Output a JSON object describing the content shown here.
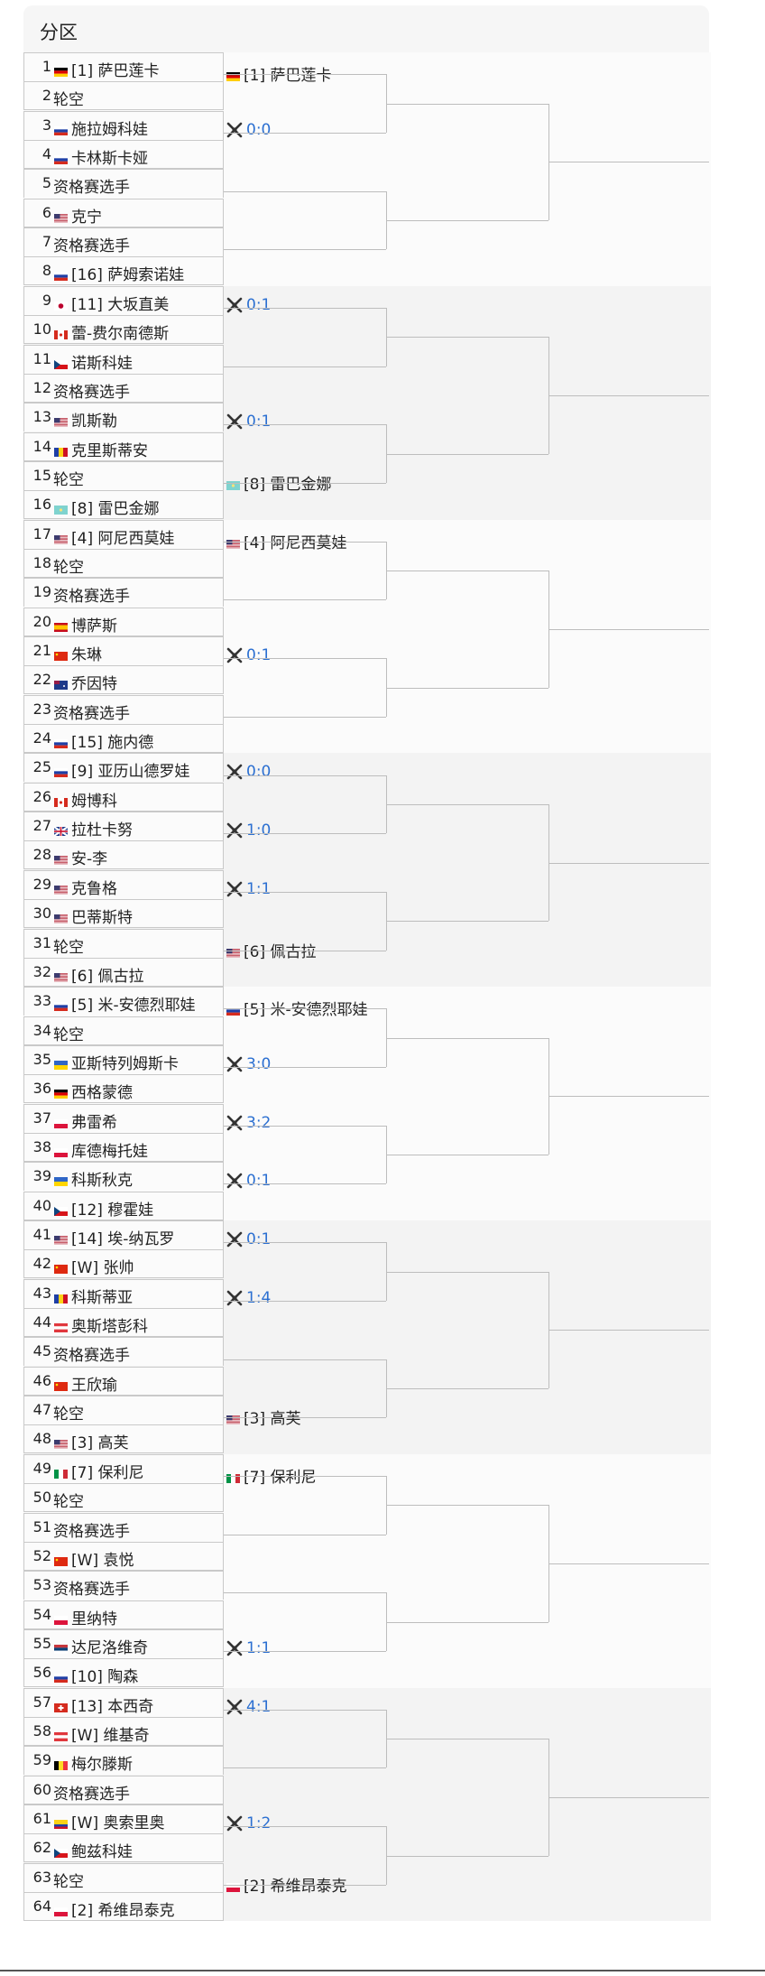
{
  "title": "分区",
  "colors": {
    "score": "#2b6fd1",
    "line": "#bdbdbd",
    "shade": "#f3f3f3",
    "plain": "#fbfbfb"
  },
  "players": [
    {
      "seed_num": "1",
      "flag": "de",
      "label": "[1] 萨巴莲卡"
    },
    {
      "seed_num": "2",
      "flag": "",
      "label": "轮空"
    },
    {
      "seed_num": "3",
      "flag": "sk",
      "label": "施拉姆科娃"
    },
    {
      "seed_num": "4",
      "flag": "ru",
      "label": "卡林斯卡娅"
    },
    {
      "seed_num": "5",
      "flag": "",
      "label": "资格赛选手"
    },
    {
      "seed_num": "6",
      "flag": "us",
      "label": "克宁"
    },
    {
      "seed_num": "7",
      "flag": "",
      "label": "资格赛选手"
    },
    {
      "seed_num": "8",
      "flag": "ru",
      "label": "[16] 萨姆索诺娃"
    },
    {
      "seed_num": "9",
      "flag": "jp",
      "label": "[11] 大坂直美"
    },
    {
      "seed_num": "10",
      "flag": "ca",
      "label": "蕾-费尔南德斯"
    },
    {
      "seed_num": "11",
      "flag": "cz",
      "label": "诺斯科娃"
    },
    {
      "seed_num": "12",
      "flag": "",
      "label": "资格赛选手"
    },
    {
      "seed_num": "13",
      "flag": "us",
      "label": "凯斯勒"
    },
    {
      "seed_num": "14",
      "flag": "ro",
      "label": "克里斯蒂安"
    },
    {
      "seed_num": "15",
      "flag": "",
      "label": "轮空"
    },
    {
      "seed_num": "16",
      "flag": "kz",
      "label": "[8] 雷巴金娜"
    },
    {
      "seed_num": "17",
      "flag": "us",
      "label": "[4] 阿尼西莫娃"
    },
    {
      "seed_num": "18",
      "flag": "",
      "label": "轮空"
    },
    {
      "seed_num": "19",
      "flag": "",
      "label": "资格赛选手"
    },
    {
      "seed_num": "20",
      "flag": "es",
      "label": "博萨斯"
    },
    {
      "seed_num": "21",
      "flag": "cn",
      "label": "朱琳"
    },
    {
      "seed_num": "22",
      "flag": "au",
      "label": "乔因特"
    },
    {
      "seed_num": "23",
      "flag": "",
      "label": "资格赛选手"
    },
    {
      "seed_num": "24",
      "flag": "ru",
      "label": "[15] 施内德"
    },
    {
      "seed_num": "25",
      "flag": "ru",
      "label": "[9] 亚历山德罗娃"
    },
    {
      "seed_num": "26",
      "flag": "ca",
      "label": "姆博科"
    },
    {
      "seed_num": "27",
      "flag": "gb",
      "label": "拉杜卡努"
    },
    {
      "seed_num": "28",
      "flag": "us",
      "label": "安-李"
    },
    {
      "seed_num": "29",
      "flag": "us",
      "label": "克鲁格"
    },
    {
      "seed_num": "30",
      "flag": "us",
      "label": "巴蒂斯特"
    },
    {
      "seed_num": "31",
      "flag": "",
      "label": "轮空"
    },
    {
      "seed_num": "32",
      "flag": "us",
      "label": "[6] 佩古拉"
    },
    {
      "seed_num": "33",
      "flag": "ru",
      "label": "[5] 米-安德烈耶娃"
    },
    {
      "seed_num": "34",
      "flag": "",
      "label": "轮空"
    },
    {
      "seed_num": "35",
      "flag": "ua",
      "label": "亚斯特列姆斯卡"
    },
    {
      "seed_num": "36",
      "flag": "de",
      "label": "西格蒙德"
    },
    {
      "seed_num": "37",
      "flag": "pl",
      "label": "弗雷希"
    },
    {
      "seed_num": "38",
      "flag": "pl",
      "label": "库德梅托娃"
    },
    {
      "seed_num": "39",
      "flag": "ua",
      "label": "科斯秋克"
    },
    {
      "seed_num": "40",
      "flag": "cz",
      "label": "[12] 穆霍娃"
    },
    {
      "seed_num": "41",
      "flag": "us",
      "label": "[14] 埃-纳瓦罗"
    },
    {
      "seed_num": "42",
      "flag": "cn",
      "label": "[W] 张帅"
    },
    {
      "seed_num": "43",
      "flag": "ro",
      "label": "科斯蒂亚"
    },
    {
      "seed_num": "44",
      "flag": "at",
      "label": "奥斯塔彭科"
    },
    {
      "seed_num": "45",
      "flag": "",
      "label": "资格赛选手"
    },
    {
      "seed_num": "46",
      "flag": "cn",
      "label": "王欣瑜"
    },
    {
      "seed_num": "47",
      "flag": "",
      "label": "轮空"
    },
    {
      "seed_num": "48",
      "flag": "us",
      "label": "[3] 高芙"
    },
    {
      "seed_num": "49",
      "flag": "it",
      "label": "[7] 保利尼"
    },
    {
      "seed_num": "50",
      "flag": "",
      "label": "轮空"
    },
    {
      "seed_num": "51",
      "flag": "",
      "label": "资格赛选手"
    },
    {
      "seed_num": "52",
      "flag": "cn",
      "label": "[W] 袁悦"
    },
    {
      "seed_num": "53",
      "flag": "",
      "label": "资格赛选手"
    },
    {
      "seed_num": "54",
      "flag": "pl",
      "label": "里纳特"
    },
    {
      "seed_num": "55",
      "flag": "rs",
      "label": "达尼洛维奇"
    },
    {
      "seed_num": "56",
      "flag": "ru",
      "label": "[10] 陶森"
    },
    {
      "seed_num": "57",
      "flag": "ch",
      "label": "[13] 本西奇"
    },
    {
      "seed_num": "58",
      "flag": "at",
      "label": "[W] 维基奇"
    },
    {
      "seed_num": "59",
      "flag": "be",
      "label": "梅尔滕斯"
    },
    {
      "seed_num": "60",
      "flag": "",
      "label": "资格赛选手"
    },
    {
      "seed_num": "61",
      "flag": "co",
      "label": "[W] 奥索里奥"
    },
    {
      "seed_num": "62",
      "flag": "cz",
      "label": "鲍兹科娃"
    },
    {
      "seed_num": "63",
      "flag": "",
      "label": "轮空"
    },
    {
      "seed_num": "64",
      "flag": "pl",
      "label": "[2] 希维昂泰克"
    }
  ],
  "round2": [
    {
      "kind": "player",
      "flag": "de",
      "label": "[1] 萨巴莲卡"
    },
    {
      "kind": "score",
      "label": "0:0"
    },
    {
      "kind": "empty",
      "label": ""
    },
    {
      "kind": "empty",
      "label": ""
    },
    {
      "kind": "score",
      "label": "0:1"
    },
    {
      "kind": "empty",
      "label": ""
    },
    {
      "kind": "score",
      "label": "0:1"
    },
    {
      "kind": "player",
      "flag": "kz",
      "label": "[8] 雷巴金娜"
    },
    {
      "kind": "player",
      "flag": "us",
      "label": "[4] 阿尼西莫娃"
    },
    {
      "kind": "empty",
      "label": ""
    },
    {
      "kind": "score",
      "label": "0:1"
    },
    {
      "kind": "empty",
      "label": ""
    },
    {
      "kind": "score",
      "label": "0:0"
    },
    {
      "kind": "score",
      "label": "1:0"
    },
    {
      "kind": "score",
      "label": "1:1"
    },
    {
      "kind": "player",
      "flag": "us",
      "label": "[6] 佩古拉"
    },
    {
      "kind": "player",
      "flag": "ru",
      "label": "[5] 米-安德烈耶娃"
    },
    {
      "kind": "score",
      "label": "3:0"
    },
    {
      "kind": "score",
      "label": "3:2"
    },
    {
      "kind": "score",
      "label": "0:1"
    },
    {
      "kind": "score",
      "label": "0:1"
    },
    {
      "kind": "score",
      "label": "1:4"
    },
    {
      "kind": "empty",
      "label": ""
    },
    {
      "kind": "player",
      "flag": "us",
      "label": "[3] 高芙"
    },
    {
      "kind": "player",
      "flag": "it",
      "label": "[7] 保利尼"
    },
    {
      "kind": "empty",
      "label": ""
    },
    {
      "kind": "empty",
      "label": ""
    },
    {
      "kind": "score",
      "label": "1:1"
    },
    {
      "kind": "score",
      "label": "4:1"
    },
    {
      "kind": "empty",
      "label": ""
    },
    {
      "kind": "score",
      "label": "1:2"
    },
    {
      "kind": "player",
      "flag": "pl",
      "label": "[2] 希维昂泰克"
    }
  ]
}
